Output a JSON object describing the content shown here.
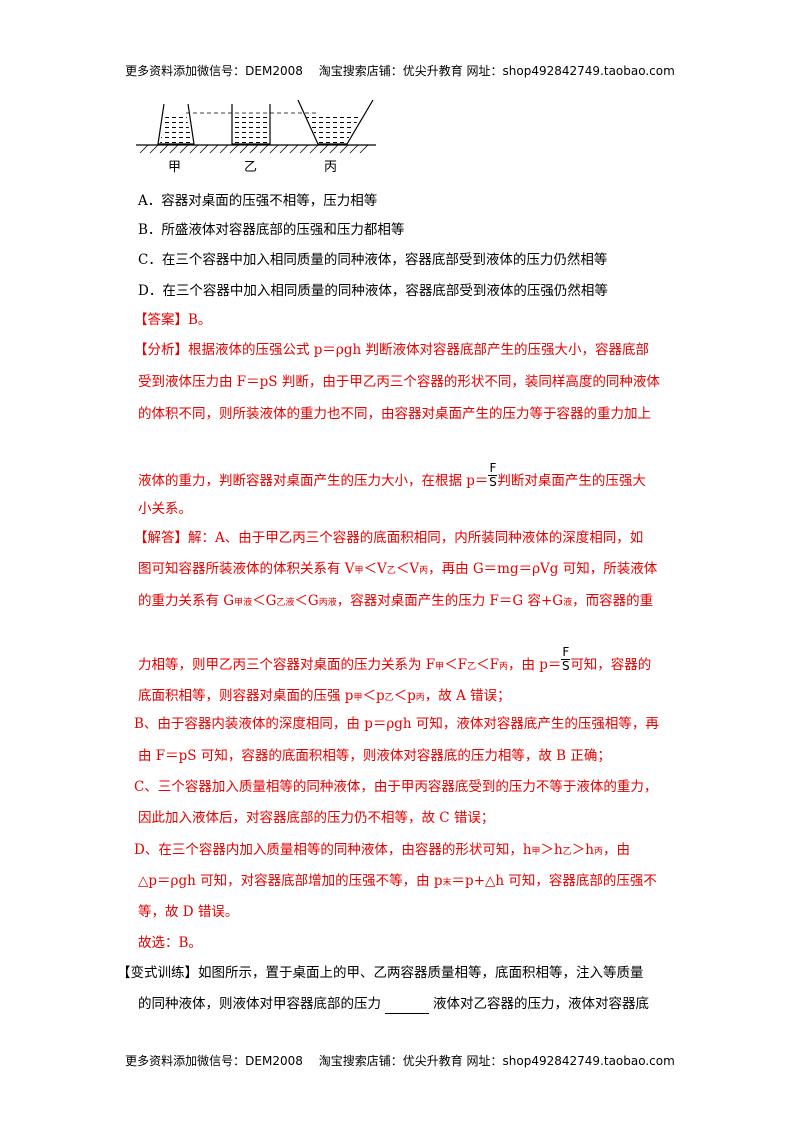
{
  "header": {
    "text": "更多资料添加微信号：DEM2008　 淘宝搜索店铺：优尖升教育  网址：shop492842749.taobao.com"
  },
  "footer": {
    "text": "更多资料添加微信号：DEM2008　 淘宝搜索店铺：优尖升教育  网址：shop492842749.taobao.com"
  },
  "figure": {
    "labels": [
      "甲",
      "乙",
      "丙"
    ]
  },
  "options": {
    "a": "A．容器对桌面的压强不相等，压力相等",
    "b": "B．所盛液体对容器底部的压强和压力都相等",
    "c": "C．在三个容器中加入相同质量的同种液体，容器底部受到液体的压力仍然相等",
    "d": "D．在三个容器中加入相同质量的同种液体，容器底部受到液体的压强仍然相等"
  },
  "answer": "【答案】B。",
  "analysis": {
    "l1": "【分析】根据液体的压强公式 p＝ρgh 判断液体对容器底部产生的压强大小，容器底部",
    "l2": "受到液体压力由 F＝pS 判断，由于甲乙丙三个容器的形状不同，装同样高度的同种液体",
    "l3": "的体积不同，则所装液体的重力也不同，由容器对桌面产生的压力等于容器的重力加上",
    "l4a": "液体的重力，判断容器对桌面产生的压力大小，在根据 p＝",
    "l4b": "判断对桌面产生的压强大",
    "l5": "小关系。"
  },
  "frac": {
    "num": "F",
    "den": "S"
  },
  "solution": {
    "l1": "【解答】解：A、由于甲乙丙三个容器的底面积相同，内所装同种液体的深度相同，如",
    "l2a": "图可知容器所装液体的体积关系有 V",
    "l2s1": "甲",
    "l2b": "＜V",
    "l2s2": "乙",
    "l2c": "＜V",
    "l2s3": "丙",
    "l2d": "，再由 G＝mg＝ρVg 可知，所装液体",
    "l3a": "的重力关系有 G",
    "l3s1": "甲液",
    "l3b": "＜G",
    "l3s2": "乙液",
    "l3c": "＜G",
    "l3s3": "丙液",
    "l3d": "，容器对桌面产生的压力 F＝G 容+G",
    "l3s4": "液",
    "l3e": "，而容器的重",
    "l4a": "力相等，则甲乙丙三个容器对桌面的压力关系为 F",
    "l4s1": "甲",
    "l4b": "＜F",
    "l4s2": "乙",
    "l4c": "＜F",
    "l4s3": "丙",
    "l4d": "，由 p＝",
    "l4e": "可知，容器的",
    "l5a": "底面积相等，则容器对桌面的压强 p",
    "l5s1": "甲",
    "l5b": "＜p",
    "l5s2": "乙",
    "l5c": "＜p",
    "l5s3": "丙",
    "l5d": "，故 A 错误；",
    "b1": "B、由于容器内装液体的深度相同，由 p＝ρgh 可知，液体对容器底产生的压强相等，再",
    "b2": "由 F＝pS 可知，容器的底面积相等，则液体对容器底的压力相等，故 B 正确；",
    "c1": "C、三个容器加入质量相等的同种液体，由于甲丙容器底受到的压力不等于液体的重力，",
    "c2": "因此加入液体后，对容器底部的压力仍不相等，故 C 错误；",
    "d1a": "D、在三个容器内加入质量相等的同种液体，由容器的形状可知，h",
    "d1s1": "甲",
    "d1b": "＞h",
    "d1s2": "乙",
    "d1c": "＞h",
    "d1s3": "丙",
    "d1d": "，由",
    "d2a": "△p＝ρgh 可知，对容器底部增加的压强不等，由 p",
    "d2s1": "末",
    "d2b": "＝p+△h 可知，容器底部的压强不",
    "d3": "等，故 D 错误。",
    "choose": "故选：B。"
  },
  "variant": {
    "l1": "【变式训练】如图所示，置于桌面上的甲、乙两容器质量相等，底面积相等，注入等质量",
    "l2a": "的同种液体，则液体对甲容器底部的压力",
    "l2b": "液体对乙容器的压力，液体对容器底"
  }
}
